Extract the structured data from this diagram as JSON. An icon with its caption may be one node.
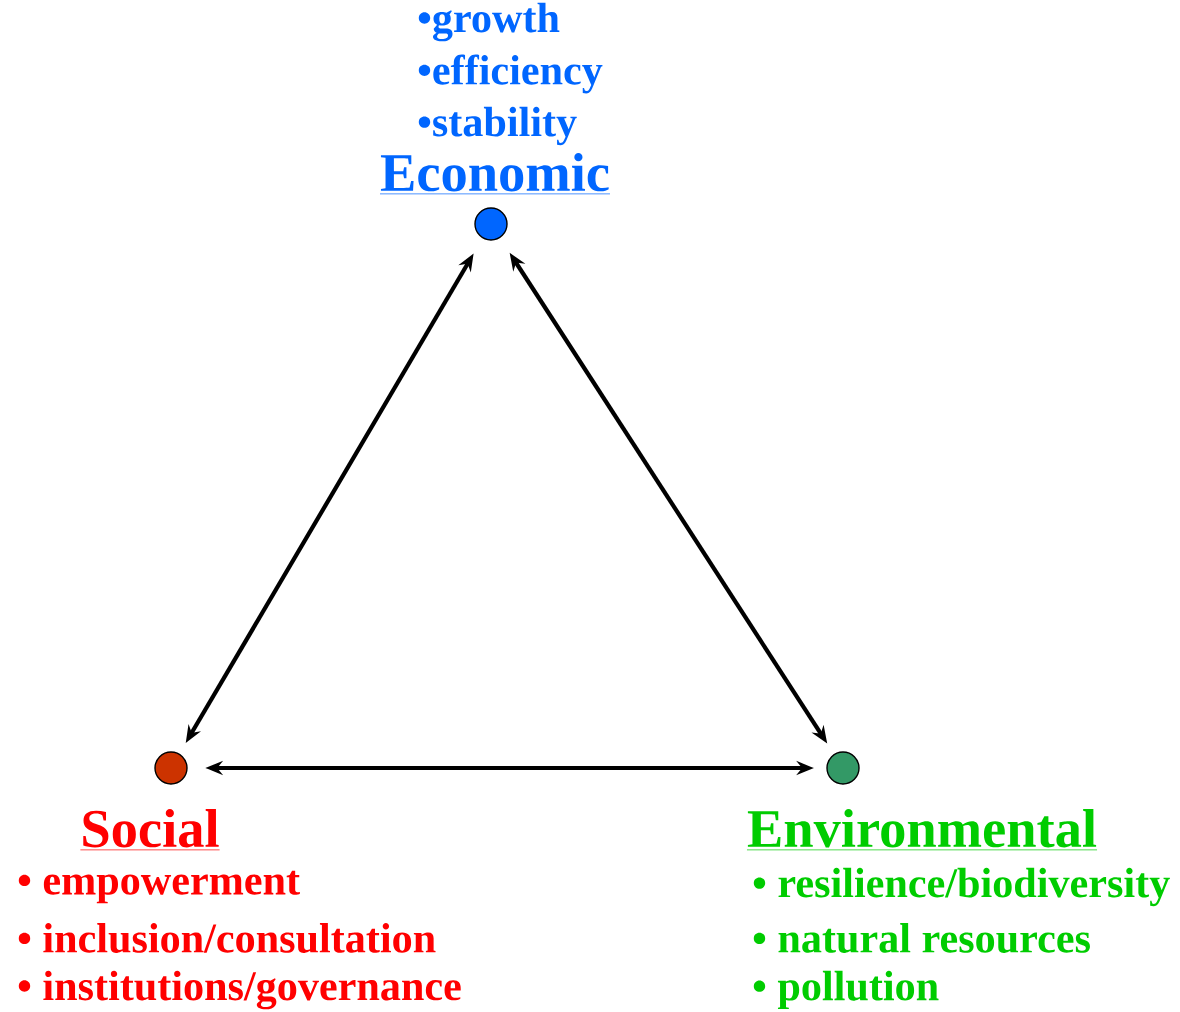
{
  "diagram": {
    "nodes": [
      {
        "text": [],
        "shape": "circle",
        "beside": [
          "•growth",
          "•efficiency",
          "•stability",
          "Economic"
        ]
      },
      {
        "text": [],
        "shape": "circle",
        "beside": [
          "Social",
          "• empowerment",
          "• inclusion/consultation",
          "• institutions/governance"
        ]
      },
      {
        "text": [],
        "shape": "circle",
        "beside": [
          "Environmental",
          "• resilience/biodiversity",
          "• natural  resources",
          "• pollution"
        ]
      }
    ],
    "edges": [
      {
        "from": 0,
        "to": 1,
        "arrow": "both"
      },
      {
        "from": 0,
        "to": 2,
        "arrow": "both"
      },
      {
        "from": 1,
        "to": 2,
        "arrow": "both"
      }
    ]
  }
}
